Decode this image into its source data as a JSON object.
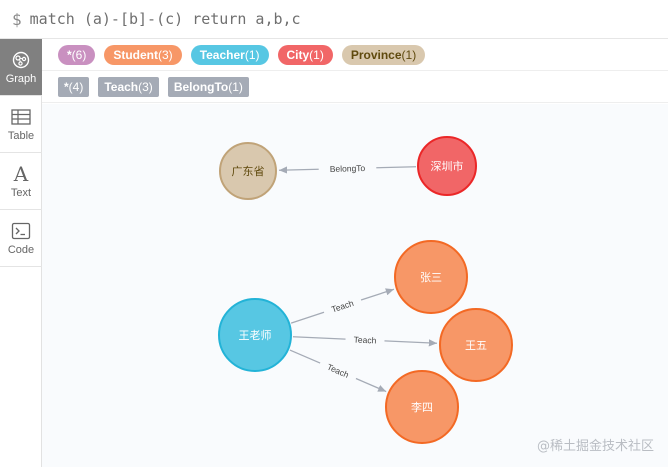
{
  "query": {
    "prompt": "$",
    "text": "match (a)-[b]-(c) return a,b,c"
  },
  "sidebar": {
    "items": [
      {
        "label": "Graph",
        "icon": "graph-icon",
        "active": true
      },
      {
        "label": "Table",
        "icon": "table-icon",
        "active": false
      },
      {
        "label": "Text",
        "icon": "text-icon",
        "active": false
      },
      {
        "label": "Code",
        "icon": "code-icon",
        "active": false
      }
    ]
  },
  "node_labels": [
    {
      "name": "*",
      "count": "(6)",
      "bg": "#c990c0",
      "fg": "#ffffff"
    },
    {
      "name": "Student",
      "count": "(3)",
      "bg": "#f79767",
      "fg": "#ffffff"
    },
    {
      "name": "Teacher",
      "count": "(1)",
      "bg": "#57c7e3",
      "fg": "#ffffff"
    },
    {
      "name": "City",
      "count": "(1)",
      "bg": "#f16667",
      "fg": "#ffffff"
    },
    {
      "name": "Province",
      "count": "(1)",
      "bg": "#d9c8ae",
      "fg": "#604a0e"
    }
  ],
  "relationship_types": [
    {
      "name": "*",
      "count": "(4)"
    },
    {
      "name": "Teach",
      "count": "(3)"
    },
    {
      "name": "BelongTo",
      "count": "(1)"
    }
  ],
  "graph": {
    "nodes": [
      {
        "id": "gd",
        "label": "广东省",
        "fill": "#d9c8ae",
        "stroke": "#c0a378",
        "text": "#604a0e"
      },
      {
        "id": "sz",
        "label": "深圳市",
        "fill": "#f16667",
        "stroke": "#eb2728",
        "text": "#ffffff"
      },
      {
        "id": "zs",
        "label": "张三",
        "fill": "#f79767",
        "stroke": "#f36924",
        "text": "#ffffff"
      },
      {
        "id": "ww",
        "label": "王五",
        "fill": "#f79767",
        "stroke": "#f36924",
        "text": "#ffffff"
      },
      {
        "id": "ls",
        "label": "李四",
        "fill": "#f79767",
        "stroke": "#f36924",
        "text": "#ffffff"
      },
      {
        "id": "wls",
        "label": "王老师",
        "fill": "#57c7e3",
        "stroke": "#23b3d7",
        "text": "#ffffff"
      }
    ],
    "relationships": [
      {
        "from": "sz",
        "to": "gd",
        "type": "BelongTo"
      },
      {
        "from": "wls",
        "to": "zs",
        "type": "Teach"
      },
      {
        "from": "wls",
        "to": "ww",
        "type": "Teach"
      },
      {
        "from": "wls",
        "to": "ls",
        "type": "Teach"
      }
    ]
  },
  "watermark": "@稀土掘金技术社区"
}
